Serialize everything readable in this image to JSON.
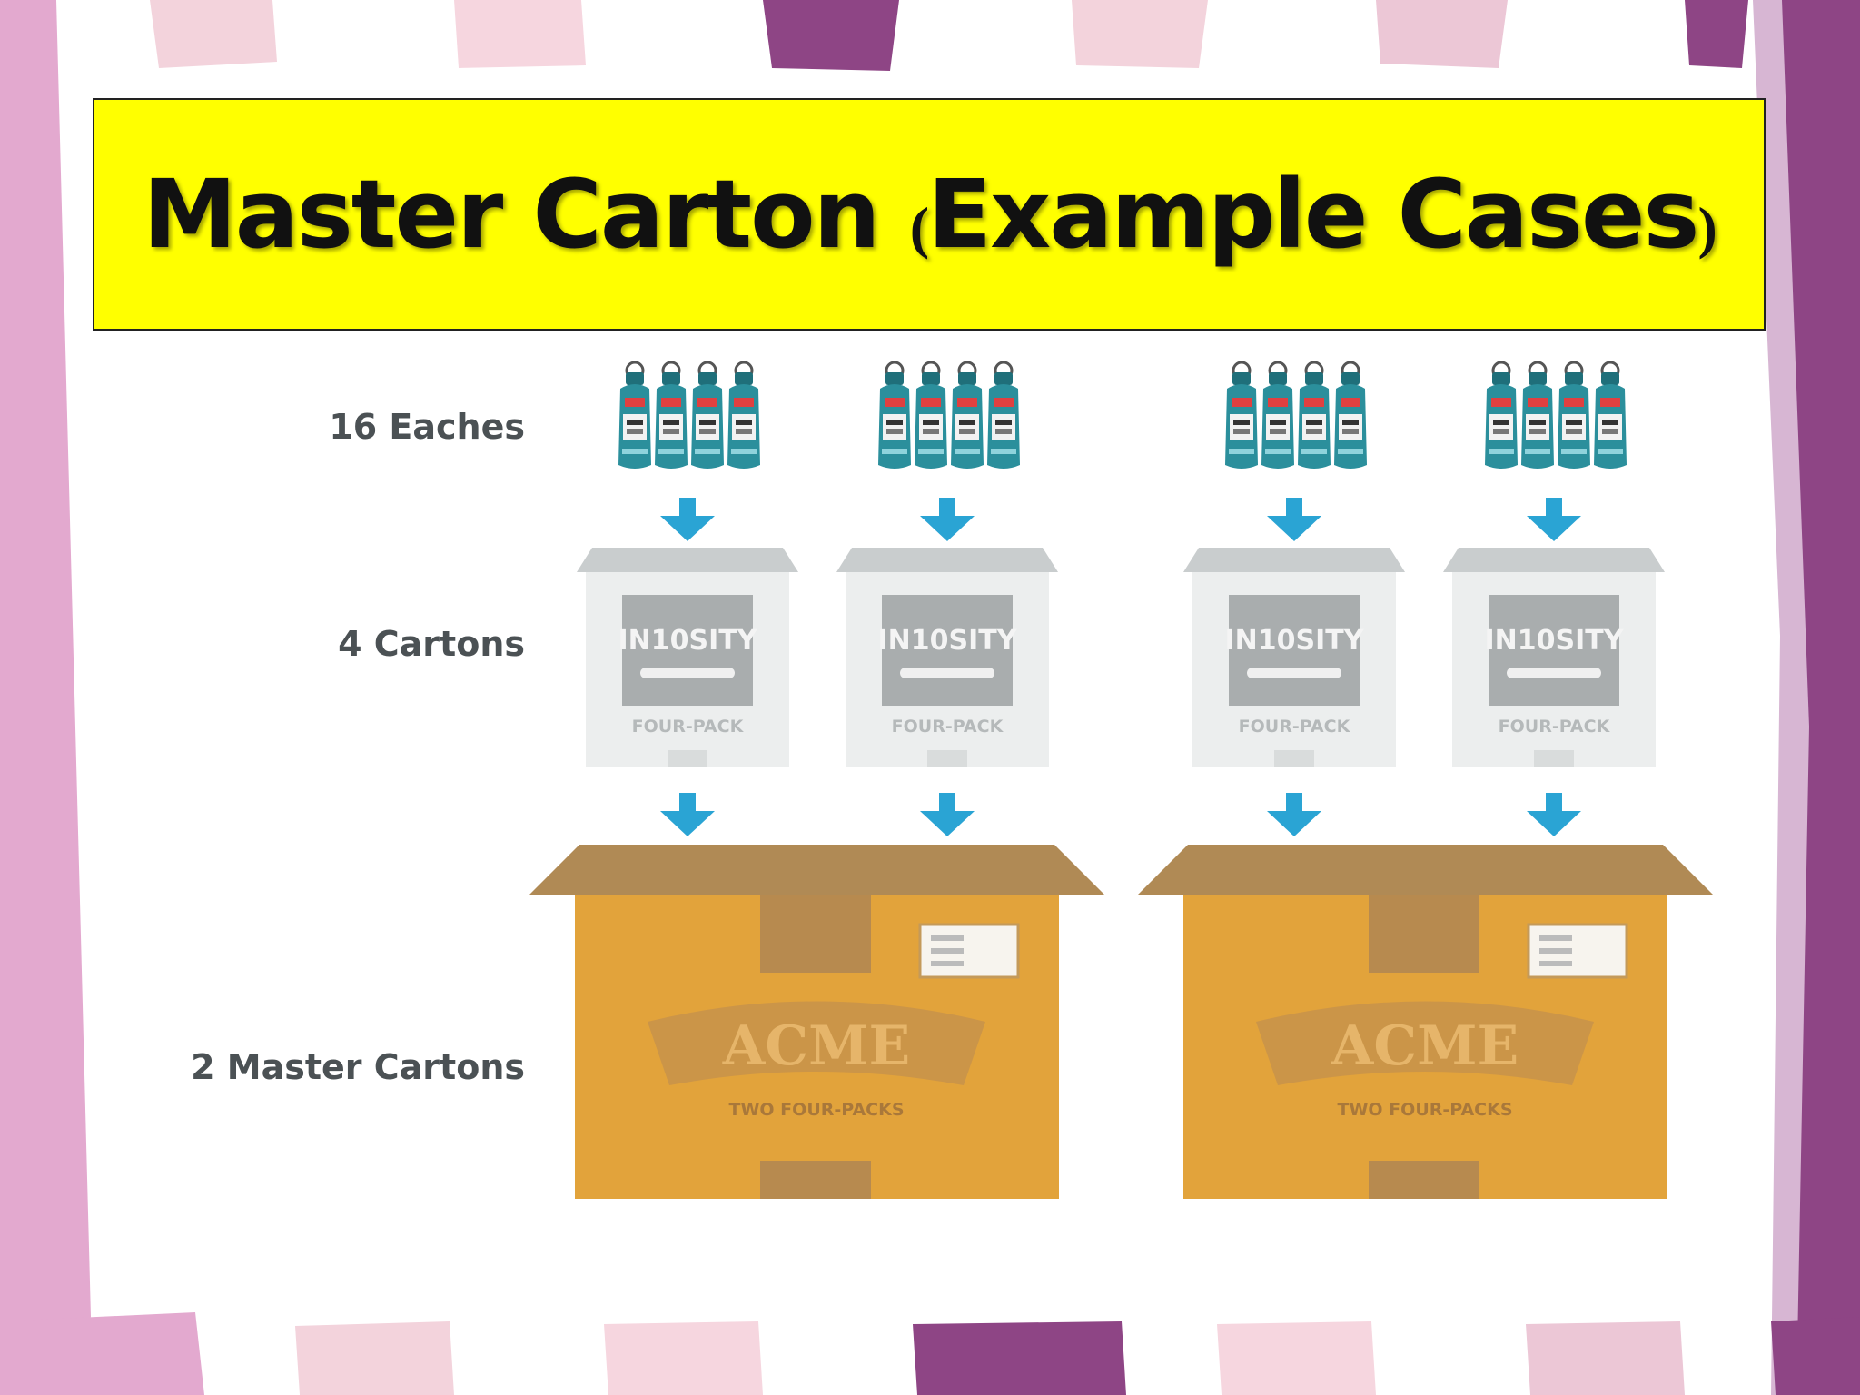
{
  "title": {
    "main": "Master Carton ",
    "paren_open": "(",
    "sub": "Example Cases",
    "paren_close": ")"
  },
  "rows": {
    "eaches": "16 Eaches",
    "cartons": "4 Cartons",
    "masters": "2 Master Cartons"
  },
  "carton_text": {
    "brand_left": "IN",
    "brand_num": "10",
    "brand_right": "SITY",
    "pack": "FOUR-PACK"
  },
  "master_text": {
    "brand": "ACME",
    "pack": "TWO FOUR-PACKS"
  },
  "colors": {
    "title_bg": "#ffff00",
    "arrow": "#2aa4d4",
    "bottle": "#2b8f9c",
    "box": "#e2a33b",
    "box_lid": "#b08a55",
    "stripe_purple": "#8e4585",
    "stripe_pink": "#e3a9cf"
  },
  "icons": {
    "arrow": "down-arrow-icon",
    "bottle": "water-bottle-icon",
    "carton": "four-pack-carton-icon",
    "master": "shipping-box-icon"
  }
}
